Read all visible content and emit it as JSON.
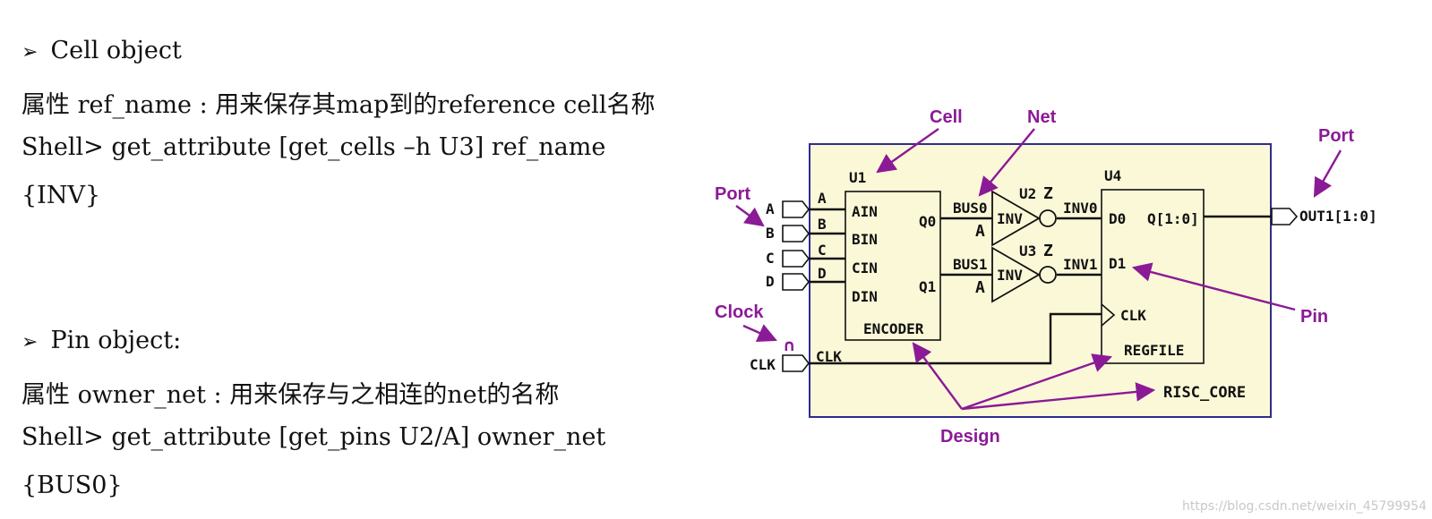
{
  "left_text": {
    "cell_heading": "Cell object",
    "cell_attr": "属性 ref_name : 用来保存其map到的reference cell名称",
    "cell_cmd": "Shell> get_attribute [get_cells –h U3] ref_name",
    "cell_result": "{INV}",
    "pin_heading": "Pin object:",
    "pin_attr": "属性 owner_net : 用来保存与之相连的net的名称",
    "pin_cmd": "Shell> get_attribute [get_pins  U2/A] owner_net",
    "pin_result": "{BUS0}"
  },
  "diagram": {
    "callouts": {
      "cell": "Cell",
      "net": "Net",
      "port_left": "Port",
      "port_right": "Port",
      "clock": "Clock",
      "pin": "Pin",
      "design": "Design"
    },
    "ports": {
      "a": "A",
      "b": "B",
      "c": "C",
      "d": "D",
      "clk": "CLK",
      "out": "OUT1[1:0]"
    },
    "u1": {
      "name": "U1",
      "pin_ain": "AIN",
      "pin_bin": "BIN",
      "pin_cin": "CIN",
      "pin_din": "DIN",
      "pin_q0": "Q0",
      "pin_q1": "Q1",
      "label": "ENCODER"
    },
    "u2": {
      "name": "U2",
      "label": "INV",
      "pin_z": "Z",
      "pin_a": "A"
    },
    "u3": {
      "name": "U3",
      "label": "INV",
      "pin_z": "Z",
      "pin_a": "A"
    },
    "u4": {
      "name": "U4",
      "pin_d0": "D0",
      "pin_d1": "D1",
      "pin_q": "Q[1:0]",
      "pin_clk": "CLK",
      "label": "REGFILE"
    },
    "nets": {
      "a": "A",
      "b": "B",
      "c": "C",
      "d": "D",
      "clk": "CLK",
      "bus0": "BUS0",
      "bus1": "BUS1",
      "inv0": "INV0",
      "inv1": "INV1"
    },
    "design_name": "RISC_CORE",
    "clock_symbol": "∩"
  },
  "watermark": "https://blog.csdn.net/weixin_45799954",
  "colors": {
    "callout": "#8b1a96",
    "design_bg": "#fbf8d8",
    "design_border": "#2d2d8f"
  }
}
